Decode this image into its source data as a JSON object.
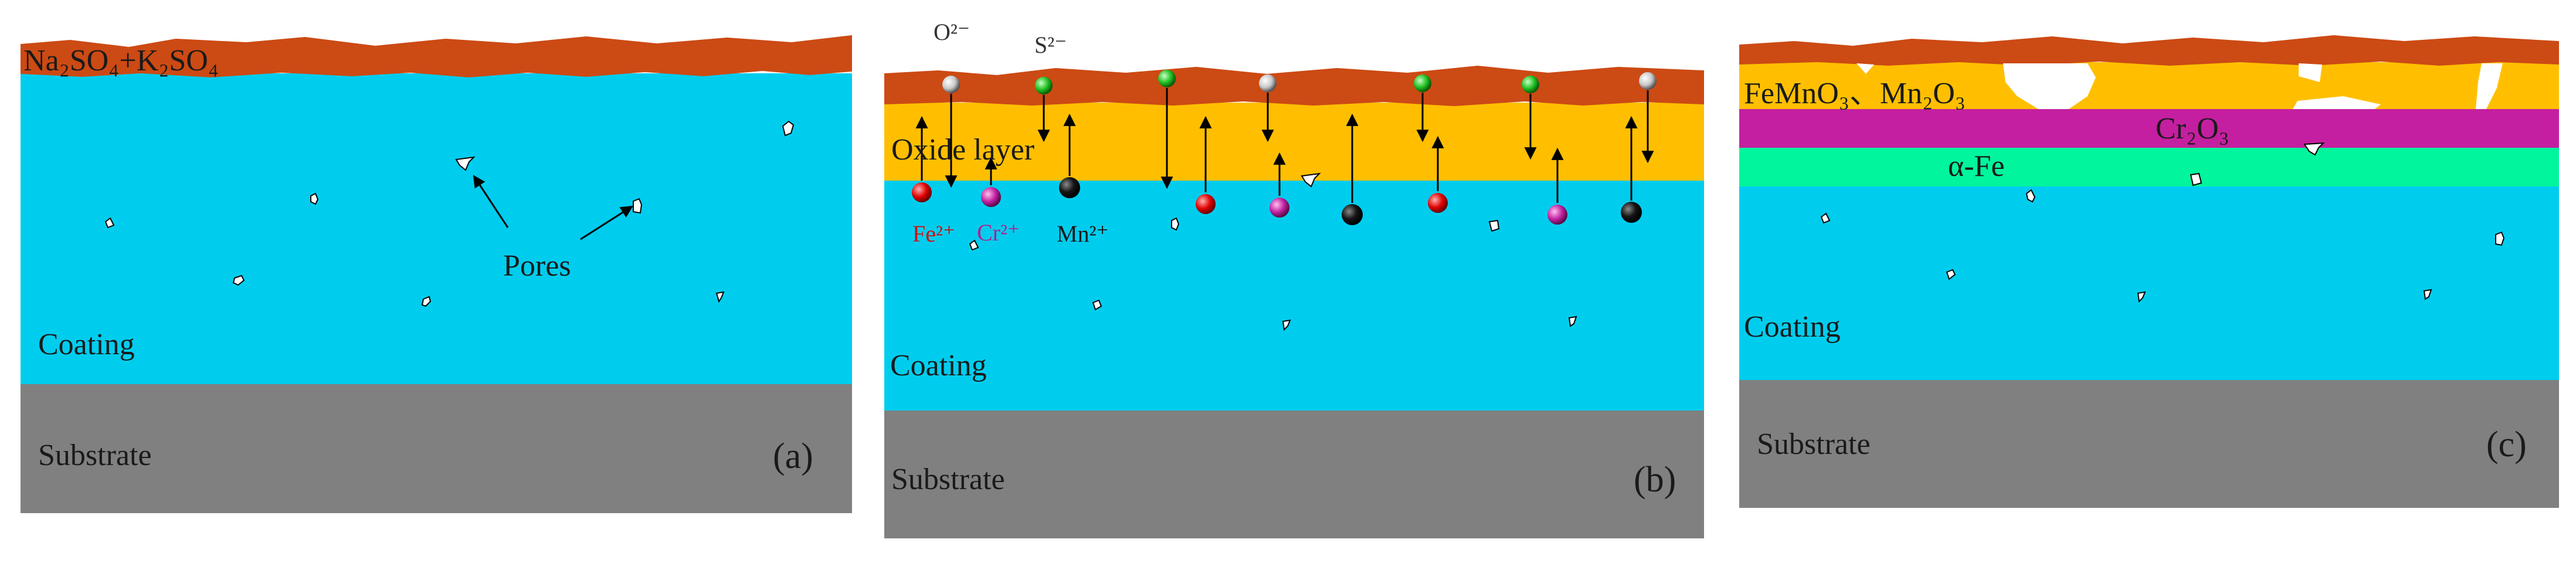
{
  "panel_a": {
    "salt_label": "Na₂SO₄+K₂SO₄",
    "pores_label": "Pores",
    "coating_label": "Coating",
    "substrate_label": "Substrate",
    "panel_tag": "(a)"
  },
  "panel_b": {
    "ion_o": "O²⁻",
    "ion_s": "S²⁻",
    "oxide_label": "Oxide layer",
    "ion_fe": "Fe²⁺",
    "ion_cr": "Cr²⁺",
    "ion_mn": "Mn²⁺",
    "coating_label": "Coating",
    "substrate_label": "Substrate",
    "panel_tag": "(b)"
  },
  "panel_c": {
    "oxide_mix_label": "FeMnO₃、Mn₂O₃",
    "cr_oxide_label": "Cr₂O₃",
    "alpha_fe_label": "α-Fe",
    "coating_label": "Coating",
    "substrate_label": "Substrate",
    "panel_tag": "(c)"
  },
  "colors": {
    "salt": "#cc4a14",
    "coating": "#00cdee",
    "substrate": "#808080",
    "oxide": "#ffbf00",
    "cr2o3": "#c41fa0",
    "alpha_fe": "#00f59d",
    "fe_ion": "#e00000",
    "cr_ion": "#c020a0",
    "mn_ion": "#111111",
    "o_ion": "#d9d9d9",
    "s_ion": "#1fc11f",
    "fe_text": "#d01010",
    "cr_text": "#b02090"
  }
}
